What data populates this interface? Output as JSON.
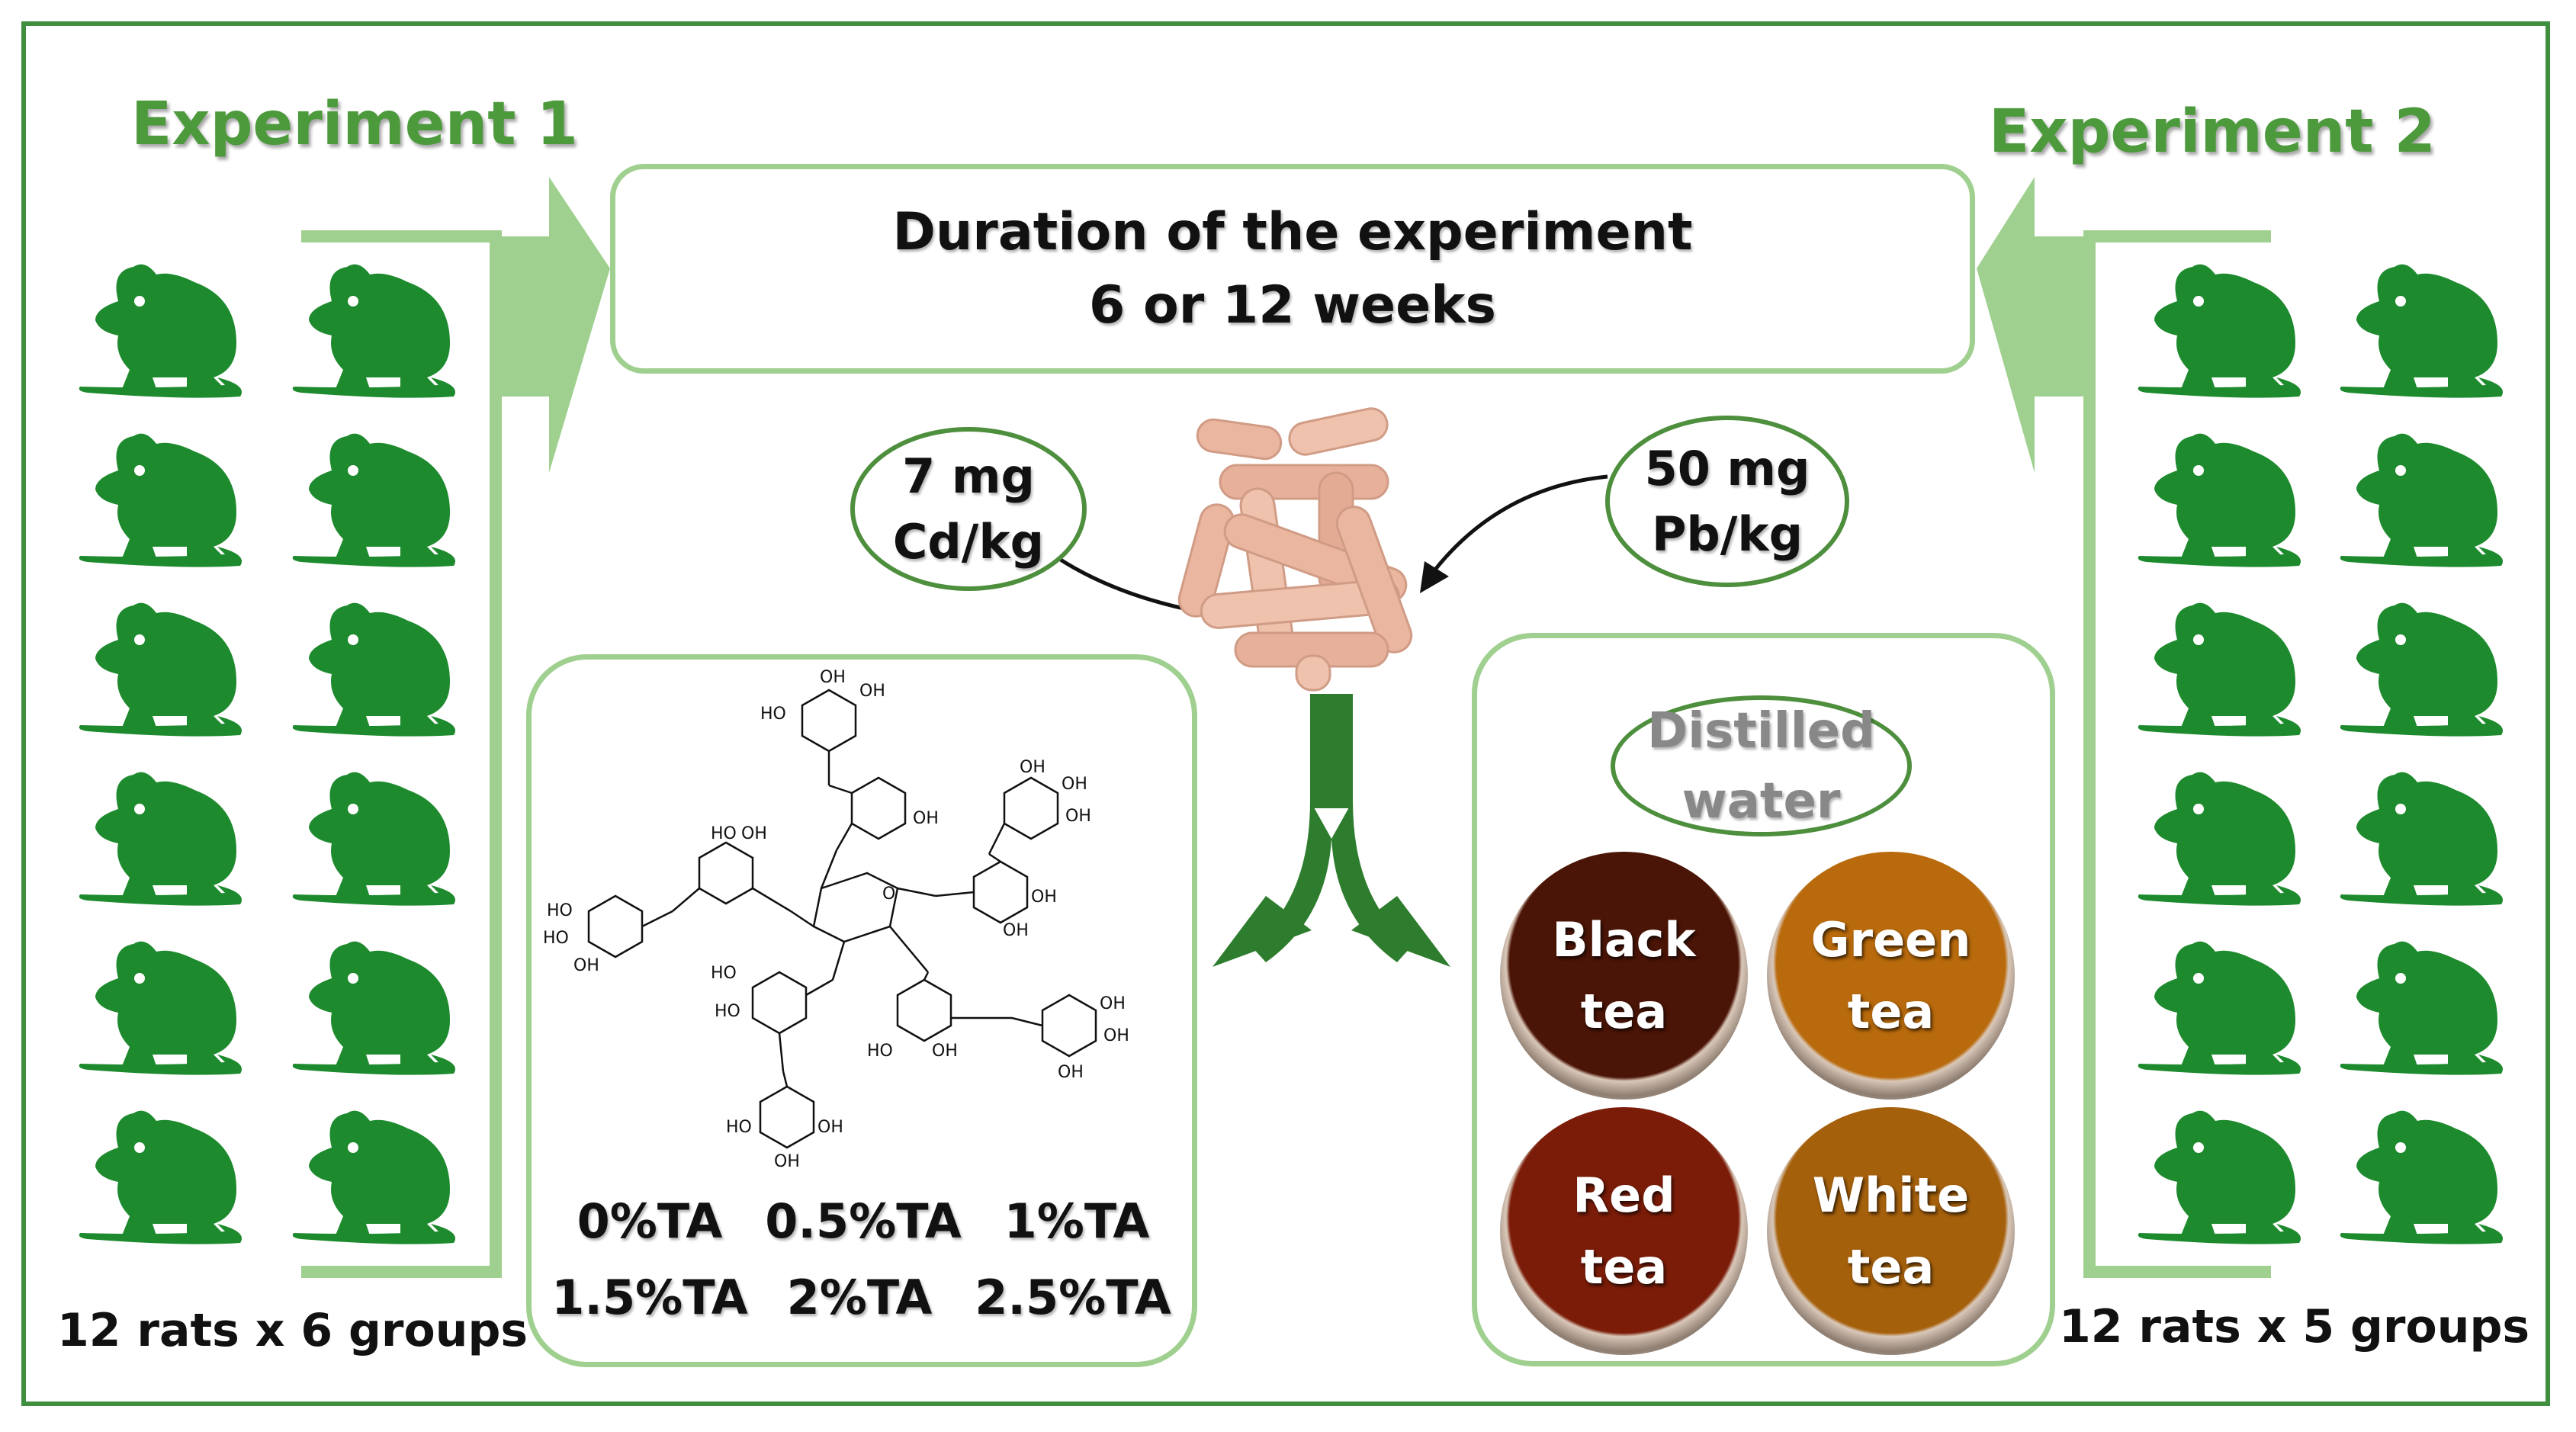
{
  "experiment1": {
    "title": "Experiment 1",
    "groups_label": "12 rats x 6 groups",
    "ta_doses": [
      "0%TA",
      "0.5%TA",
      "1%TA",
      "1.5%TA",
      "2%TA",
      "2.5%TA"
    ]
  },
  "experiment2": {
    "title": "Experiment 2",
    "groups_label": "12 rats x 5 groups",
    "control": [
      "Distilled",
      "water"
    ],
    "teas": [
      {
        "line1": "Black",
        "line2": "tea",
        "color": "#4a1406"
      },
      {
        "line1": "Green",
        "line2": "tea",
        "color": "#b86a0c"
      },
      {
        "line1": "Red",
        "line2": "tea",
        "color": "#7a1c08"
      },
      {
        "line1": "White",
        "line2": "tea",
        "color": "#a5600c"
      }
    ]
  },
  "duration": {
    "line1": "Duration of the experiment",
    "line2": "6 or 12 weeks"
  },
  "cadmium": {
    "line1": "7 mg",
    "line2": "Cd/kg"
  },
  "lead": {
    "line1": "50 mg",
    "line2": "Pb/kg"
  },
  "chemical_labels": {
    "hydroxyl": "OH",
    "hydroxyl_left": "HO",
    "oxygen": "O"
  },
  "colors": {
    "rat": "#1e8a2e",
    "accent_green": "#9fd08f",
    "frame_green": "#3f8f3f",
    "arrow_dark_green": "#2e7d2e",
    "pellet": "#eab6a0"
  }
}
